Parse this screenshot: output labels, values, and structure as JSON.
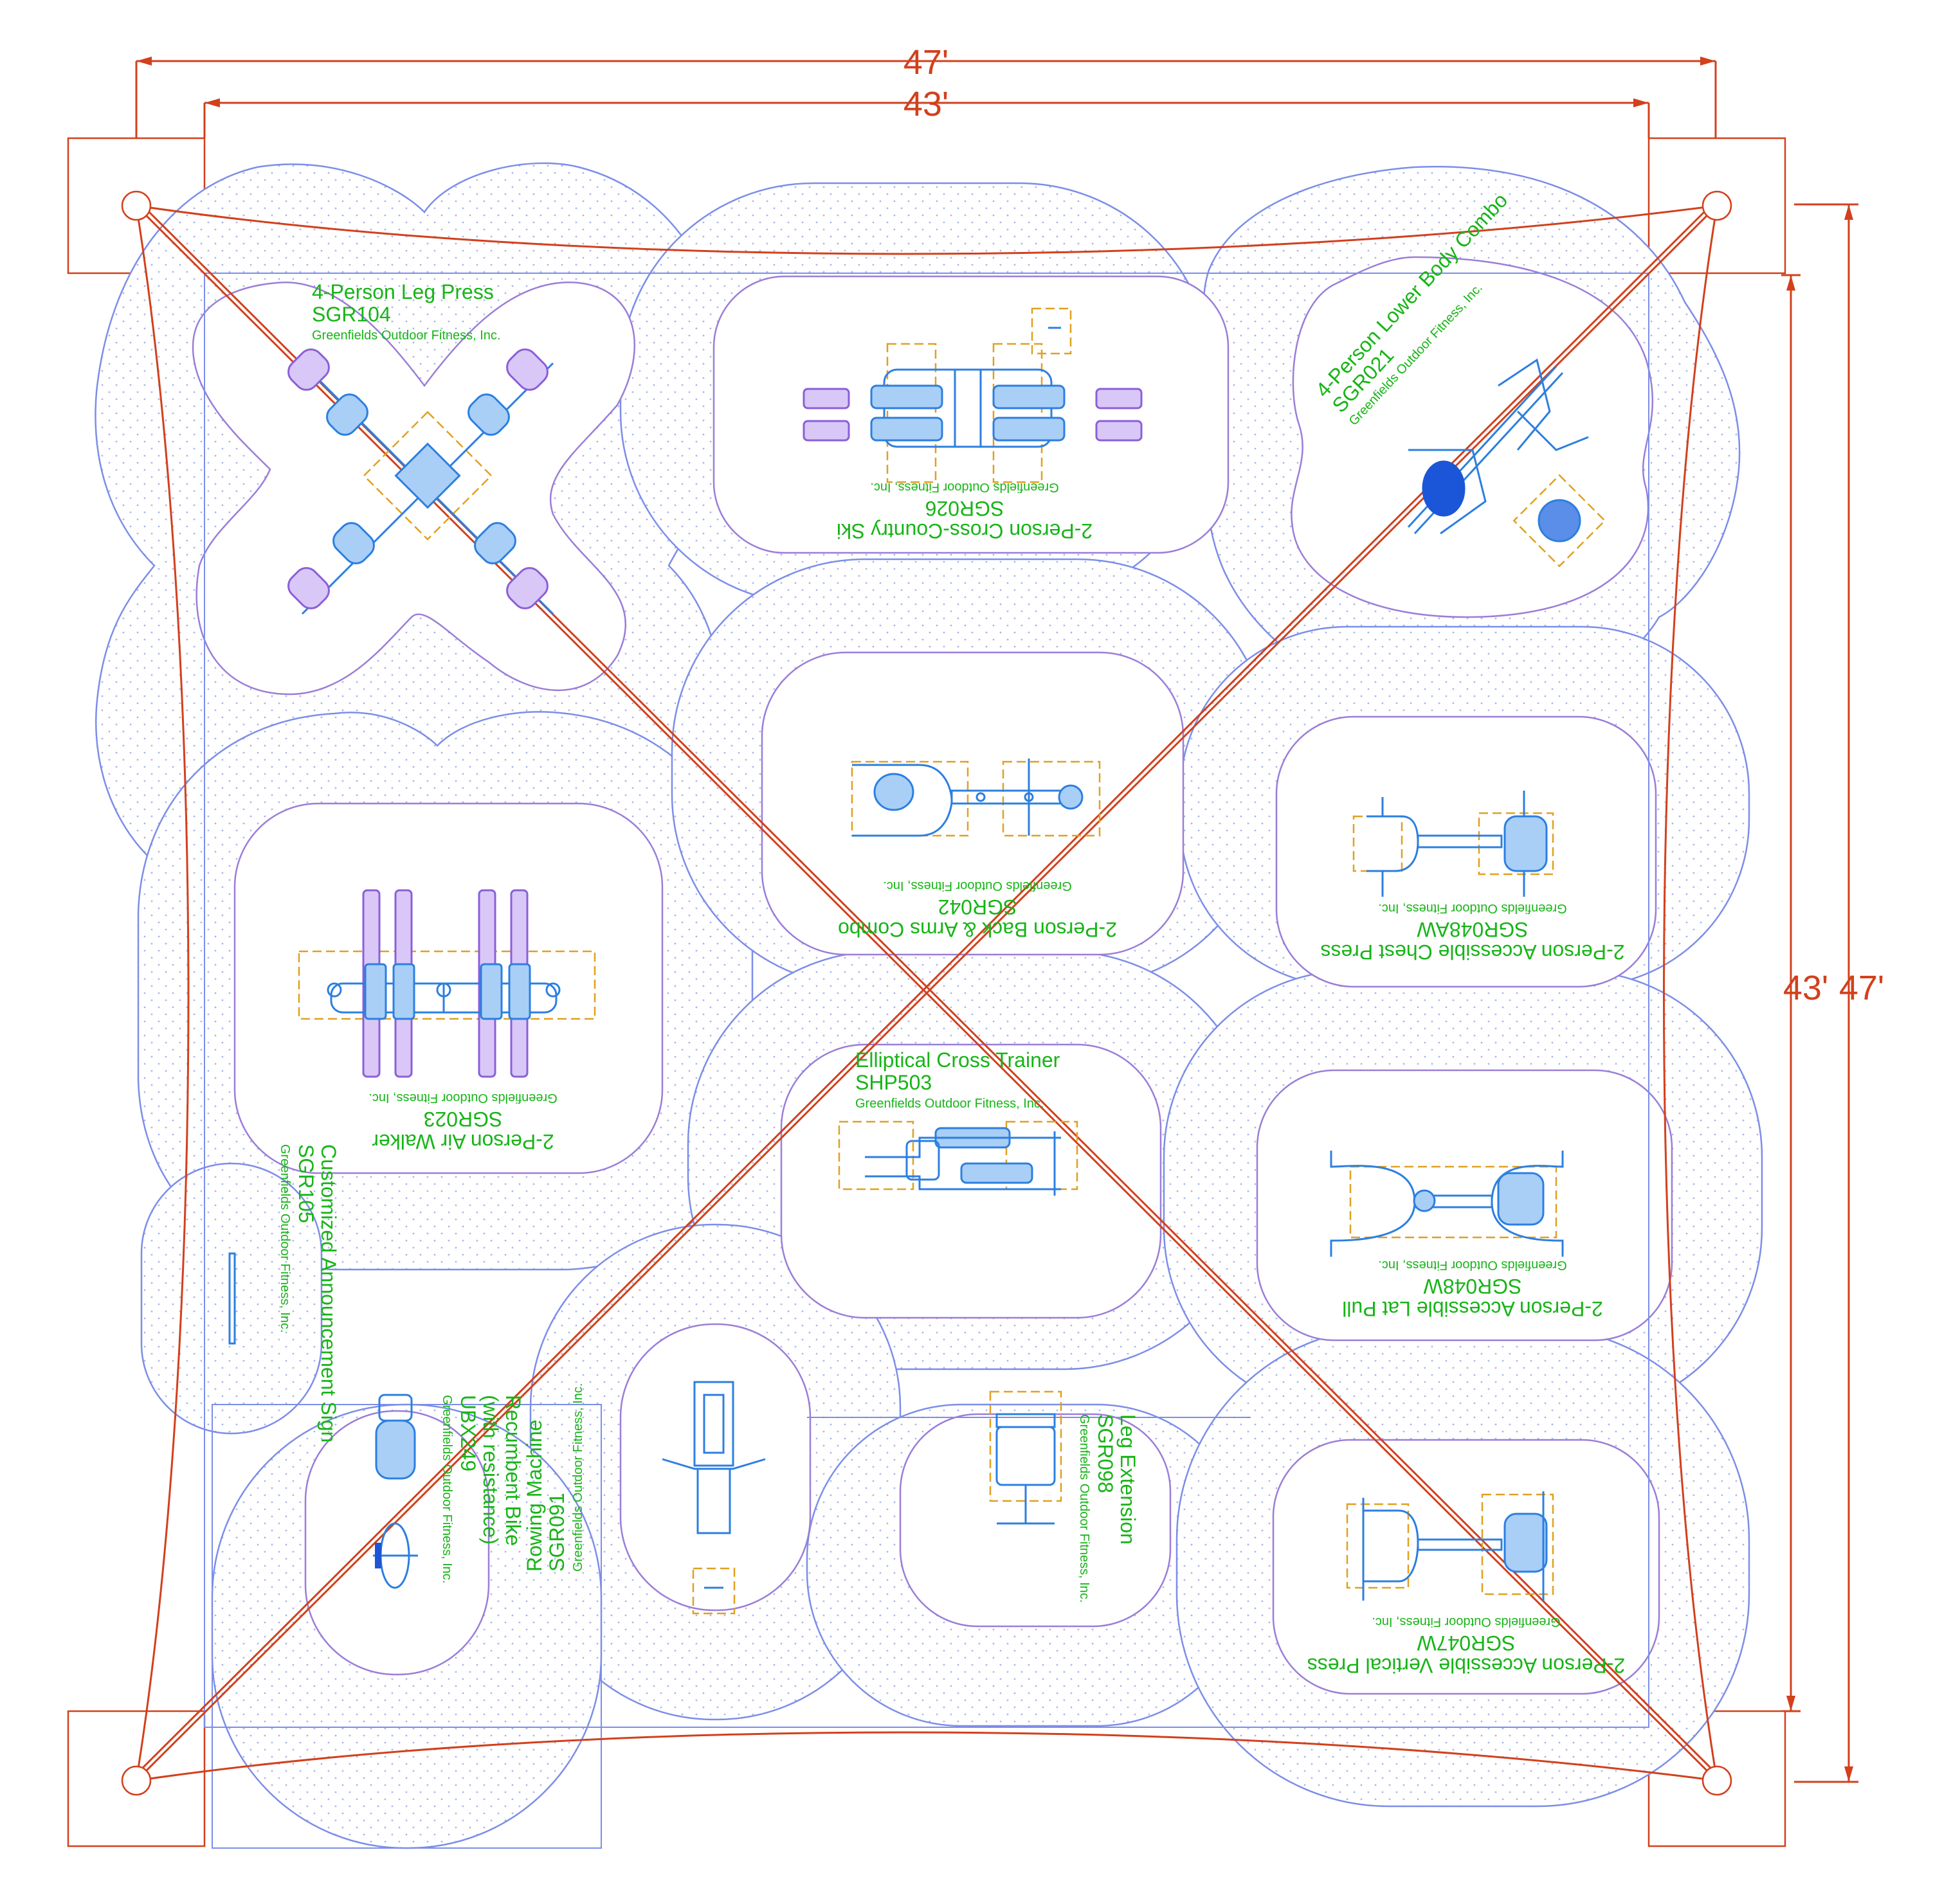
{
  "dimensions": {
    "top_outer": "47'",
    "top_inner": "43'",
    "side_inner": "43'",
    "side_outer": "47'"
  },
  "colors": {
    "dimension": "#d2401c",
    "label": "#17b417",
    "zone": "#7c8ee8",
    "equipment": "#2c7fe0",
    "clearance": "#e0a020"
  },
  "stations": {
    "leg_press": {
      "name": "4-Person Leg Press",
      "code": "SGR104",
      "maker": "Greenfields Outdoor Fitness, Inc."
    },
    "ski": {
      "name": "2-Person Cross-Country Ski",
      "code": "SGR026",
      "maker": "Greenfields Outdoor Fitness, Inc."
    },
    "lower_body": {
      "name": "4-Person Lower Body Combo",
      "code": "SGR021",
      "maker": "Greenfields Outdoor Fitness, Inc."
    },
    "back_arms": {
      "name": "2-Person Back & Arms Combo",
      "code": "SGR042",
      "maker": "Greenfields Outdoor Fitness, Inc."
    },
    "chest_press": {
      "name": "2-Person Accessible Chest Press",
      "code": "SGR048AW",
      "maker": "Greenfields Outdoor Fitness, Inc."
    },
    "air_walker": {
      "name": "2-Person Air Walker",
      "code": "SGR023",
      "maker": "Greenfields Outdoor Fitness, Inc."
    },
    "elliptical": {
      "name": "Elliptical Cross Trainer",
      "code": "SHP503",
      "maker": "Greenfields Outdoor Fitness, Inc."
    },
    "lat_pull": {
      "name": "2-Person Accessible Lat Pull",
      "code": "SGR048W",
      "maker": "Greenfields Outdoor Fitness, Inc."
    },
    "sign": {
      "name": "Customized Announcement Sign",
      "code": "SGR105",
      "maker": "Greenfields Outdoor Fitness, Inc."
    },
    "bike": {
      "name_line1": "Recumbent Bike",
      "name_line2": "(with resistance)",
      "code": "UBX249",
      "maker": "Greenfields Outdoor Fitness, Inc."
    },
    "rowing": {
      "name": "Rowing Machine",
      "code": "SGR091",
      "maker": "Greenfields Outdoor Fitness, Inc."
    },
    "leg_extension": {
      "name": "Leg Extension",
      "code": "SGR098",
      "maker": "Greenfields Outdoor Fitness, Inc."
    },
    "vertical_press": {
      "name": "2-Person Accessible Vertical Press",
      "code": "SGR047W",
      "maker": "Greenfields Outdoor Fitness, Inc."
    }
  }
}
